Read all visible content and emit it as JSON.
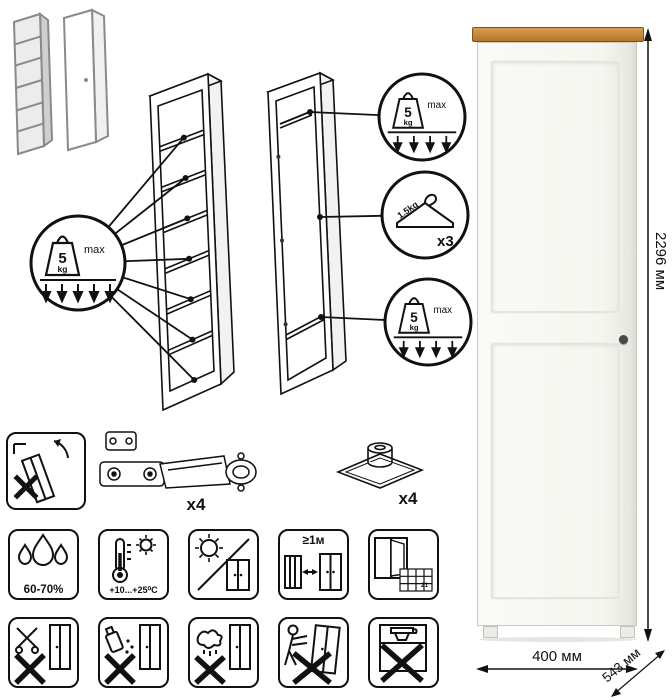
{
  "dimensions": {
    "height": "2296 мм",
    "width": "400 мм",
    "depth": "543 мм"
  },
  "shelf_callout": {
    "value": "5",
    "unit": "kg",
    "max": "max"
  },
  "top_callout": {
    "value": "5",
    "unit": "kg",
    "max": "max"
  },
  "bottom_callout": {
    "value": "5",
    "unit": "kg",
    "max": "max"
  },
  "hanger_callout": {
    "weight": "1.5kg",
    "count": "x3"
  },
  "hardware": {
    "hinge_count": "x4",
    "foot_count": "x4"
  },
  "care": {
    "humidity": "60-70%",
    "temperature": "+10...+25⁰C",
    "distance": "≥1м",
    "ventilation_day": "21"
  }
}
